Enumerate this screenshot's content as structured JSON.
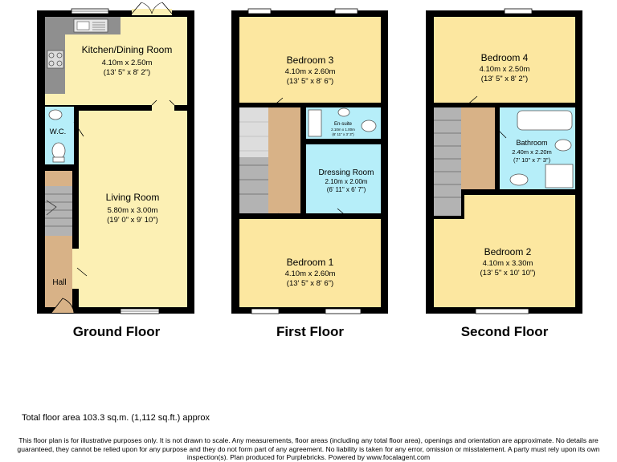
{
  "colors": {
    "wall": "#000000",
    "kitchen": "#fcf0b4",
    "living": "#fcf0b4",
    "bedroom": "#fce7a0",
    "wet_room": "#b6eef9",
    "hall": "#d8b287",
    "worktop": "#8f8f8f",
    "stairs": "#b3b3b3"
  },
  "floors": {
    "ground": {
      "title": "Ground Floor",
      "kitchen": {
        "name": "Kitchen/Dining Room",
        "metric": "4.10m x 2.50m",
        "imperial": "(13' 5\" x 8' 2\")"
      },
      "living": {
        "name": "Living Room",
        "metric": "5.80m x 3.00m",
        "imperial": "(19' 0\" x 9' 10\")"
      },
      "wc": {
        "name": "W.C."
      },
      "hall": {
        "name": "Hall"
      }
    },
    "first": {
      "title": "First Floor",
      "bedroom3": {
        "name": "Bedroom 3",
        "metric": "4.10m x 2.60m",
        "imperial": "(13' 5\" x 8' 6\")"
      },
      "ensuite": {
        "name": "En-suite",
        "metric": "2.10m x 1.00m",
        "imperial": "(6' 11\" x 3' 3\")"
      },
      "dressing": {
        "name": "Dressing Room",
        "metric": "2.10m x 2.00m",
        "imperial": "(6' 11\" x 6' 7\")"
      },
      "bedroom1": {
        "name": "Bedroom 1",
        "metric": "4.10m x 2.60m",
        "imperial": "(13' 5\" x 8' 6\")"
      }
    },
    "second": {
      "title": "Second Floor",
      "bedroom4": {
        "name": "Bedroom 4",
        "metric": "4.10m x 2.50m",
        "imperial": "(13' 5\" x 8' 2\")"
      },
      "bathroom": {
        "name": "Bathroom",
        "metric": "2.40m x 2.20m",
        "imperial": "(7' 10\" x 7' 3\")"
      },
      "bedroom2": {
        "name": "Bedroom 2",
        "metric": "4.10m x 3.30m",
        "imperial": "(13' 5\" x 10' 10\")"
      }
    }
  },
  "footer": {
    "total_area": "Total floor area 103.3 sq.m. (1,112 sq.ft.) approx",
    "disclaimer": "This floor plan is for illustrative purposes only. It is not drawn to scale. Any measurements, floor areas (including any total floor area), openings and orientation are approximate. No details are guaranteed, they cannot be relied upon for any purpose and they do not form part of any agreement. No liability is taken for any error, omission or misstatement. A party must rely upon its own inspection(s). Plan produced for Purplebricks. Powered by www.focalagent.com"
  }
}
